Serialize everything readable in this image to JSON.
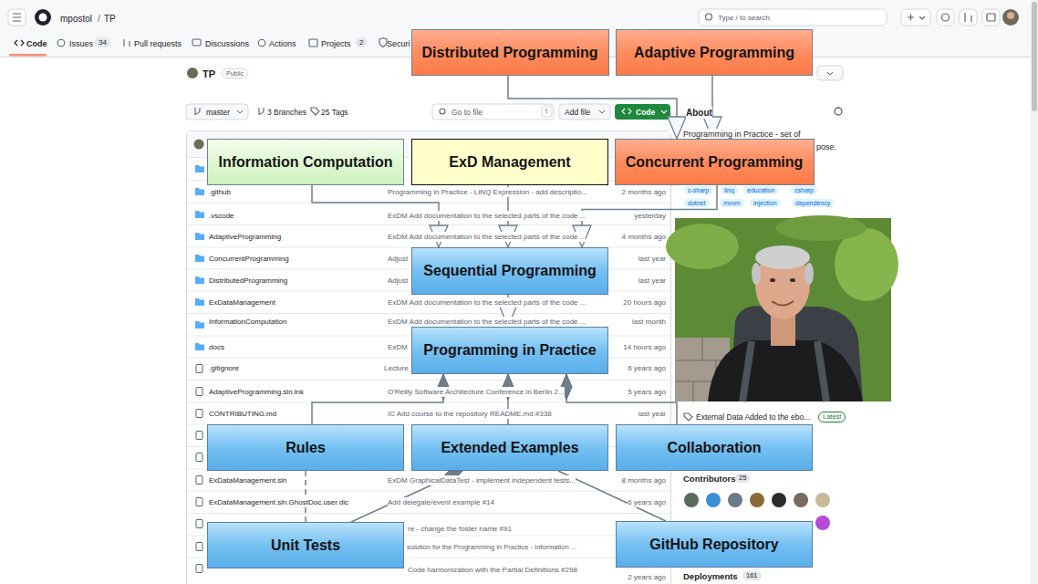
{
  "diagram": {
    "nodes": [
      {
        "text": [
          "Distributed Programming"
        ]
      },
      {
        "text": [
          "Adaptive Programming"
        ]
      },
      {
        "text": [
          "Information Computation"
        ]
      },
      {
        "text": [
          "ExD Management"
        ]
      },
      {
        "text": [
          "Concurrent Programming"
        ]
      },
      {
        "text": [
          "Sequential Programming"
        ]
      },
      {
        "text": [
          "Programming in Practice"
        ]
      },
      {
        "text": [
          "Rules"
        ]
      },
      {
        "text": [
          "Extended Examples"
        ]
      },
      {
        "text": [
          "Collaboration"
        ]
      },
      {
        "text": [
          "Unit Tests"
        ]
      },
      {
        "text": [
          "GitHub Repository"
        ]
      }
    ],
    "edges": [
      {
        "from": 0,
        "to": 4,
        "arrow": "to"
      },
      {
        "from": 1,
        "to": 4,
        "arrow": "to"
      },
      {
        "from": 2,
        "to": 5,
        "arrow": "to"
      },
      {
        "from": 3,
        "to": 5,
        "arrow": "to"
      },
      {
        "from": 4,
        "to": 5,
        "arrow": "to"
      },
      {
        "from": 5,
        "to": 6,
        "arrow": "to"
      },
      {
        "from": 7,
        "to": 6,
        "arrow": "to"
      },
      {
        "from": 8,
        "to": 6,
        "arrow": "to"
      },
      {
        "from": 9,
        "to": 6,
        "arrow": "to"
      },
      {
        "from": 7,
        "to": 10,
        "arrow": "none"
      },
      {
        "from": 10,
        "to": 8,
        "arrow": "to"
      },
      {
        "from": 11,
        "to": 8,
        "arrow": "none"
      }
    ],
    "labels": [
      "mpostol",
      "/",
      "TP",
      "Type / to search",
      "Code",
      "Issues",
      "34",
      "Pull requests",
      "Discussions",
      "Actions",
      "Projects",
      "2",
      "Securi",
      "TP",
      "Public",
      "master",
      "3 Branches",
      "25 Tags",
      "Go to file",
      "t",
      "Add file",
      "Code",
      "About",
      "Programming in Practice - set of",
      "pose.",
      "c-sharp",
      "linq",
      "education",
      "csharp",
      "dotnet",
      "mvvm",
      "injection",
      "dependency",
      ".github",
      "Programming in Practice - LINQ Expression - add descriptio...",
      "2 months ago",
      ".vscode",
      "ExDM Add documentation to the selected parts of the code ...",
      "yesterday",
      "AdaptiveProgramming",
      "ExDM Add documentation to the selected parts of the code ...",
      "4 months ago",
      "ConcurrentProgramming",
      "Adjust",
      "last year",
      "DistributedProgramming",
      "Adjust",
      "last year",
      "ExDataManagement",
      "ExDM Add documentation to the selected parts of the code ...",
      "20 hours ago",
      "InformationComputation",
      "ExDM Add documentation to the selected parts of the code ...",
      "last month",
      "docs",
      "ExDM",
      "14 hours ago",
      ".gitignore",
      "Lecture",
      "6 years ago",
      "AdaptiveProgramming.sln.lnk",
      "O'Reilly Software Architecture Conference in Berlin 2...",
      "5 years ago",
      "CONTRIBUTING.md",
      "IC Add course to the repository README.md #338",
      "last year",
      "ExDataManagement.sln",
      "ExDM GraphicalDataTest - implement independent tests...",
      "8 months ago",
      "ExDataManagement.sln.GhostDoc.user.dic",
      "Add delegate/event example #14",
      "6 years ago",
      "re - change the folder name #91",
      "solution for the Programming in Practice - Information ...",
      "Code harmonization with the Partial Definitions #298",
      "2 years ago",
      "External Data Added to the ebo...",
      "Latest",
      "Contributors",
      "25",
      "Deployments",
      "161"
    ]
  }
}
